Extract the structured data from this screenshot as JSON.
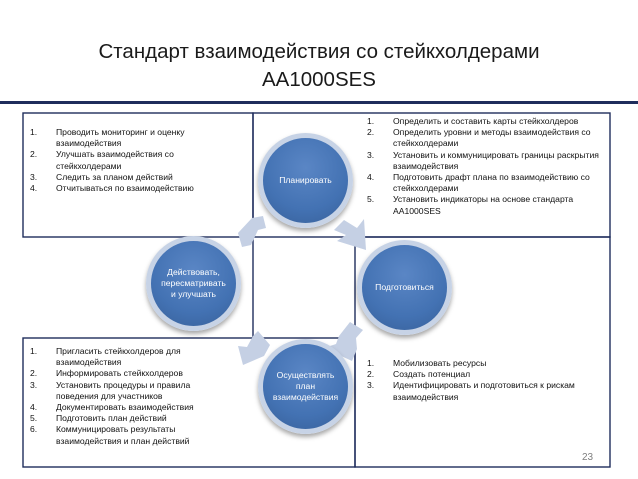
{
  "title": {
    "line1": "Стандарт взаимодействия со стейкхолдерами",
    "line2": "АА1000SES"
  },
  "cycle": {
    "plan": "Планировать",
    "prepare": "Подготовиться",
    "implement": "Осуществлять план взаимодействия",
    "act": "Действовать, пересматривать и улучшать"
  },
  "lists": {
    "top_left": [
      {
        "num": "1.",
        "text": "Проводить мониторинг и оценку взаимодействия"
      },
      {
        "num": "2.",
        "text": "Улучшать взаимодействия со стейкхолдерами"
      },
      {
        "num": "3.",
        "text": "Следить за планом действий"
      },
      {
        "num": "4.",
        "text": "Отчитываться по взаимодействию"
      }
    ],
    "top_right": [
      {
        "num": "1.",
        "text": "Определить и составить карты стейкхолдеров"
      },
      {
        "num": "2.",
        "text": "Определить уровни и методы взаимодействия со стейкхолдерами"
      },
      {
        "num": "3.",
        "text": "Установить и коммуницировать границы раскрытия взаимодействия"
      },
      {
        "num": "4.",
        "text": "Подготовить драфт плана по взаимодействию со стейкхолдерами"
      },
      {
        "num": "5.",
        "text": "Установить индикаторы на основе стандарта АА1000SES"
      }
    ],
    "bottom_left": [
      {
        "num": "1.",
        "text": "Пригласить стейкхолдеров для взаимодействия"
      },
      {
        "num": "2.",
        "text": "Информировать стейкхолдеров"
      },
      {
        "num": "3.",
        "text": "Установить процедуры и правила поведения для участников"
      },
      {
        "num": "4.",
        "text": "Документировать взаимодействия"
      },
      {
        "num": "5.",
        "text": "Подготовить план действий"
      },
      {
        "num": "6.",
        "text": "Коммуницировать результаты взаимодействия и план действий"
      }
    ],
    "bottom_right": [
      {
        "num": "1.",
        "text": "Мобилизовать ресурсы"
      },
      {
        "num": "2.",
        "text": "Создать потенциал"
      },
      {
        "num": "3.",
        "text": "Идентифицировать и подготовиться к рискам взаимодействия"
      }
    ]
  },
  "page_number": "23",
  "colors": {
    "frame": "#1f2d5c",
    "circle": "#4a78b8",
    "arrow": "#c5d0e4"
  }
}
